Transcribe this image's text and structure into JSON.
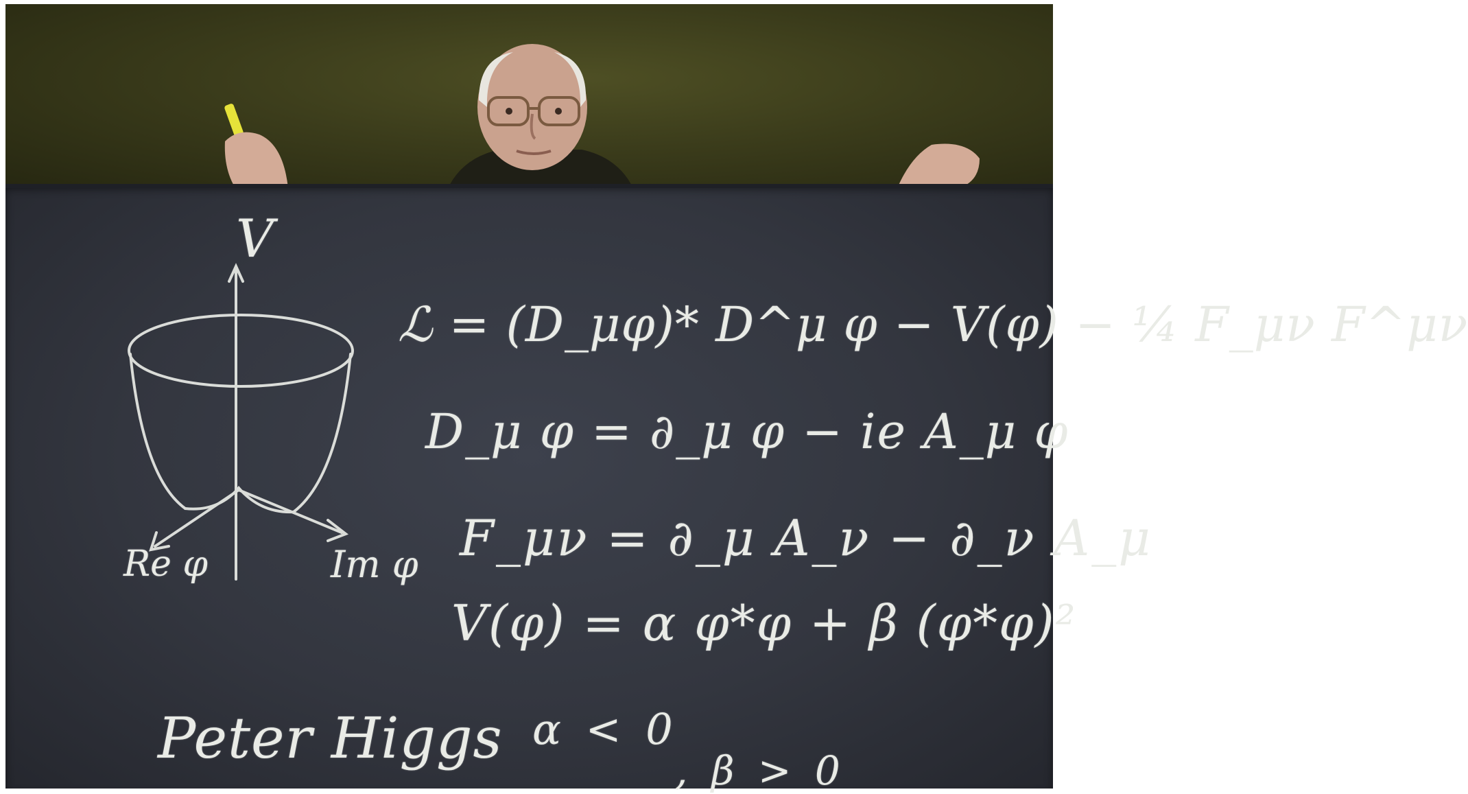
{
  "scene": {
    "wall_color": "#3b3c1b",
    "board_color": "#33363f",
    "chalk_color": "#e9ebe6",
    "held_chalk_color": "#e6e23a"
  },
  "blackboard": {
    "axis_labels": {
      "vertical": "V",
      "left": "Re φ",
      "right": "Im φ"
    },
    "equations": [
      "ℒ = (D_μφ)* D^μ φ − V(φ) − ¼ F_μν F^μν",
      "D_μ φ = ∂_μ φ − ie A_μ φ",
      "F_μν = ∂_μ A_ν − ∂_ν A_μ",
      "V(φ) = α φ*φ + β (φ*φ)²",
      "α < 0",
      ", β > 0"
    ],
    "signature": "Peter Higgs"
  }
}
